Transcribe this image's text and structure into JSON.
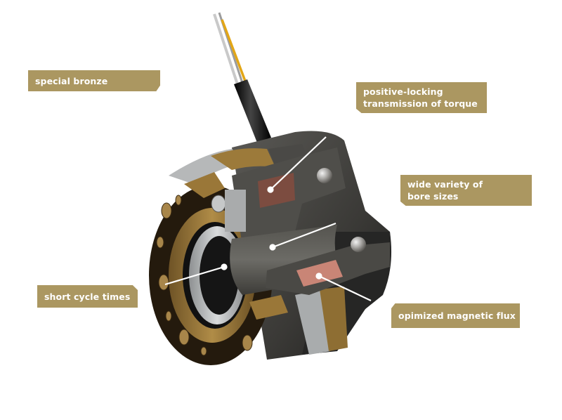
{
  "diagram": {
    "subject": "electromagnetic tooth clutch cutaway",
    "colors": {
      "label_background": "#ab9761",
      "label_text": "#ffffff",
      "bronze": "#a07e3c",
      "dark_housing": "#241a0e",
      "steel_gray": "#4e4d49",
      "light_steel": "#b9bcbd",
      "coil_copper": "#c98576",
      "leader_line": "#ffffff"
    },
    "labels": [
      {
        "id": "special-bronze",
        "lines": [
          "special bronze"
        ]
      },
      {
        "id": "positive-locking",
        "lines": [
          "positive-locking",
          "transmission of torque"
        ]
      },
      {
        "id": "bore-sizes",
        "lines": [
          "wide variety of",
          "bore sizes"
        ]
      },
      {
        "id": "short-cycle",
        "lines": [
          "short cycle times"
        ]
      },
      {
        "id": "magnetic-flux",
        "lines": [
          "opimized magnetic flux"
        ]
      }
    ]
  }
}
